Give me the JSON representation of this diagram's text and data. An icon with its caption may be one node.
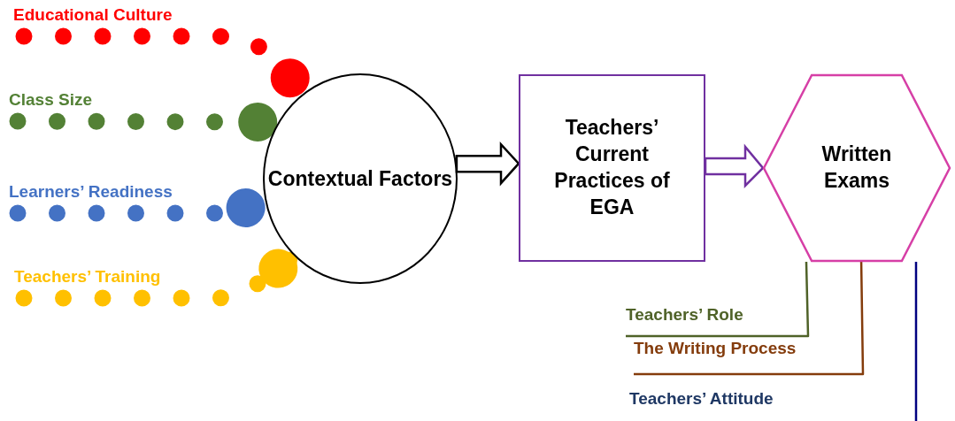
{
  "diagram": {
    "nodes": [
      {
        "text": [
          "Educational Culture"
        ]
      },
      {
        "text": [
          "Class Size"
        ]
      },
      {
        "text": [
          "Learners’ Readiness"
        ]
      },
      {
        "text": [
          "Teachers’ Training"
        ]
      },
      {
        "text": [
          "Contextual Factors"
        ]
      },
      {
        "text": [
          "Teachers’ Current Practices of EGA"
        ]
      },
      {
        "text": [
          "Written Exams"
        ]
      },
      {
        "text": [
          "Teachers’ Role"
        ]
      },
      {
        "text": [
          "The Writing Process"
        ]
      }
    ],
    "edges": [
      {
        "from": 0,
        "to": 4,
        "arrow": "other",
        "style": "dashed",
        "color": "#ff0000"
      },
      {
        "from": 1,
        "to": 4,
        "arrow": "other",
        "style": "dashed",
        "color": "#538135"
      },
      {
        "from": 2,
        "to": 4,
        "arrow": "other",
        "style": "dashed",
        "color": "#4472c4"
      },
      {
        "from": 3,
        "to": 4,
        "arrow": "other",
        "style": "dashed",
        "color": "#ffc000"
      },
      {
        "from": 4,
        "to": 5,
        "arrow": "to",
        "style": "thick"
      },
      {
        "from": 5,
        "to": 6,
        "arrow": "to",
        "style": "thick",
        "color": "#7030a0"
      },
      {
        "from": 6,
        "to": 7,
        "arrow": "none",
        "color": "#4f6228"
      },
      {
        "from": 6,
        "to": 8,
        "arrow": "none",
        "color": "#843c0c"
      },
      {
        "from": 6,
        "to": null,
        "arrow": "none",
        "color": "#000080"
      }
    ],
    "labels": [
      "Teachers’ Attitude"
    ]
  }
}
